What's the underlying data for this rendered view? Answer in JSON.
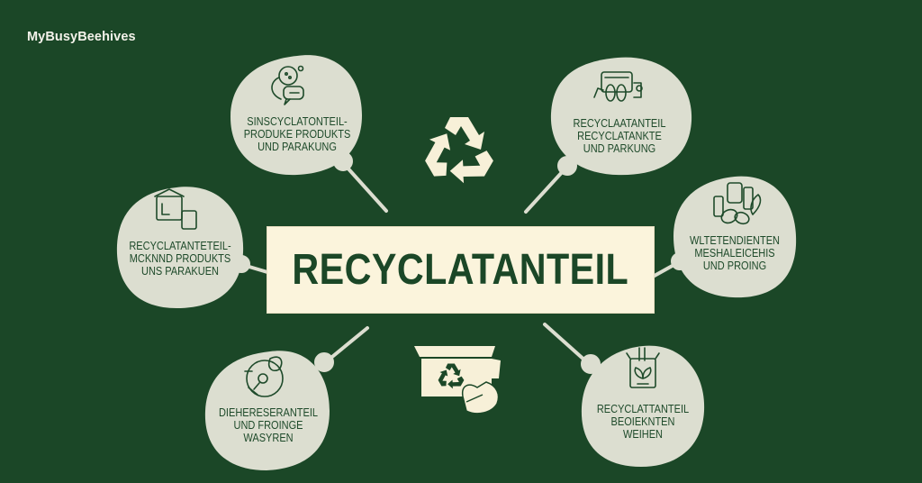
{
  "brand": {
    "label": "MyBusyBeehives"
  },
  "colors": {
    "background": "#1b4727",
    "bubble": "#dcded0",
    "center_box": "#fbf4dc",
    "ink": "#1e4a2a",
    "icon_light": "#f7f0d8"
  },
  "center": {
    "title": "RECYCLATANTEIL"
  },
  "top_icon": {
    "icon": "recycle-icon"
  },
  "bottom_icon": {
    "icon": "recycle-box-hand-icon"
  },
  "bubbles": [
    {
      "position": "top-left",
      "icon": "products-bubble-icon",
      "lines": [
        "SINSCYCLATONTEIL-",
        "PRODUKE PRODUKTS",
        "UND PARAKUNG"
      ]
    },
    {
      "position": "top-right",
      "icon": "devices-icon",
      "lines": [
        "RECYCLAATANTEIL",
        "RECYCLATANKTE",
        "UND PARKUNG"
      ]
    },
    {
      "position": "middle-left",
      "icon": "box-document-icon",
      "lines": [
        "RECYCLATANTETEIL-",
        "MCKNND PRODUKTS",
        "UNS PARAKUEN"
      ]
    },
    {
      "position": "middle-right",
      "icon": "containers-leaves-icon",
      "lines": [
        "WLTETENDIENTEN",
        "MESHALEICEHIS",
        "UND PROING"
      ]
    },
    {
      "position": "bottom-left",
      "icon": "globe-leaf-search-icon",
      "lines": [
        "DIEHERESERANTEIL",
        "UND FROINGE",
        "WASYREN"
      ]
    },
    {
      "position": "bottom-right",
      "icon": "package-plant-icon",
      "lines": [
        "RECYCLATTANTEIL",
        "BEOIEKNTEN",
        "WEIHEN"
      ]
    }
  ]
}
